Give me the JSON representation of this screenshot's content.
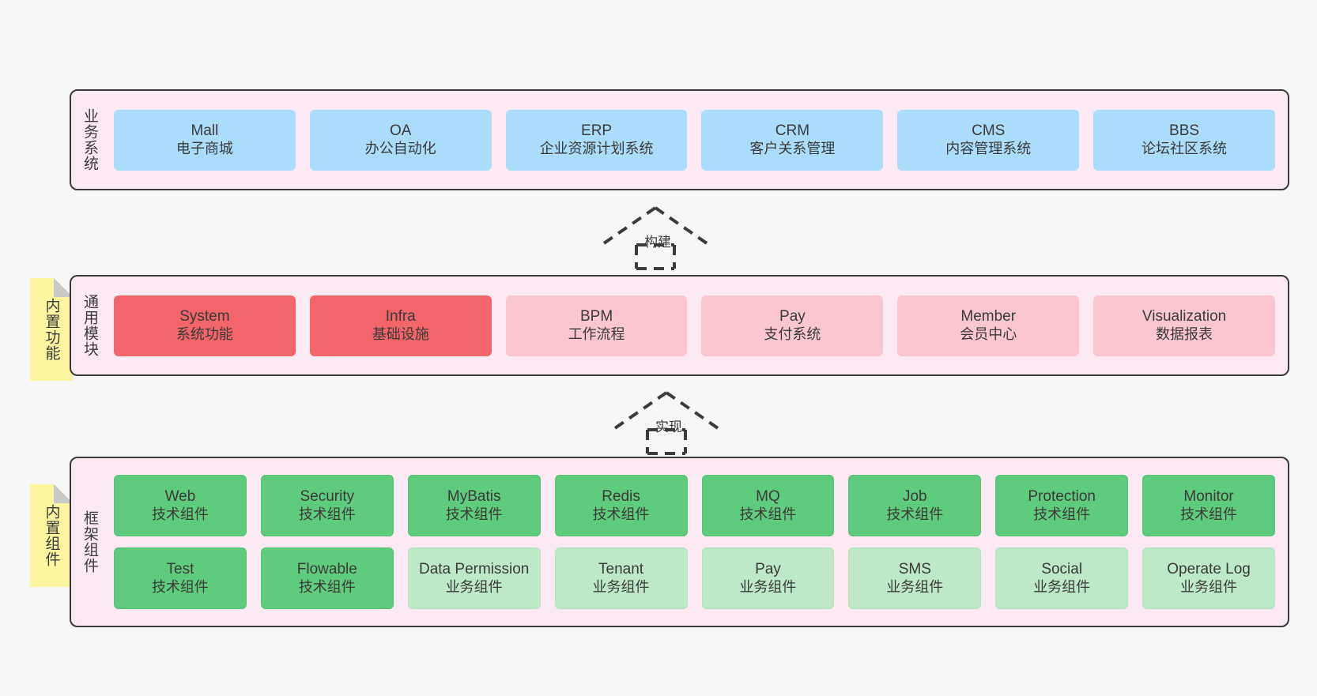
{
  "layers": [
    {
      "id": "business-system",
      "title": "业务系统",
      "rows": [
        [
          {
            "name": "Mall",
            "sub": "电子商城"
          },
          {
            "name": "OA",
            "sub": "办公自动化"
          },
          {
            "name": "ERP",
            "sub": "企业资源计划系统"
          },
          {
            "name": "CRM",
            "sub": "客户关系管理"
          },
          {
            "name": "CMS",
            "sub": "内容管理系统"
          },
          {
            "name": "BBS",
            "sub": "论坛社区系统"
          }
        ]
      ]
    },
    {
      "id": "common-module",
      "title": "通用模块",
      "note": "内置功能",
      "rows": [
        [
          {
            "name": "System",
            "sub": "系统功能"
          },
          {
            "name": "Infra",
            "sub": "基础设施"
          },
          {
            "name": "BPM",
            "sub": "工作流程"
          },
          {
            "name": "Pay",
            "sub": "支付系统"
          },
          {
            "name": "Member",
            "sub": "会员中心"
          },
          {
            "name": "Visualization",
            "sub": "数据报表"
          }
        ]
      ]
    },
    {
      "id": "framework-component",
      "title": "框架组件",
      "note": "内置组件",
      "rows": [
        [
          {
            "name": "Web",
            "sub": "技术组件"
          },
          {
            "name": "Security",
            "sub": "技术组件"
          },
          {
            "name": "MyBatis",
            "sub": "技术组件"
          },
          {
            "name": "Redis",
            "sub": "技术组件"
          },
          {
            "name": "MQ",
            "sub": "技术组件"
          },
          {
            "name": "Job",
            "sub": "技术组件"
          },
          {
            "name": "Protection",
            "sub": "技术组件"
          },
          {
            "name": "Monitor",
            "sub": "技术组件"
          }
        ],
        [
          {
            "name": "Test",
            "sub": "技术组件"
          },
          {
            "name": "Flowable",
            "sub": "技术组件"
          },
          {
            "name": "Data Permission",
            "sub": "业务组件"
          },
          {
            "name": "Tenant",
            "sub": "业务组件"
          },
          {
            "name": "Pay",
            "sub": "业务组件"
          },
          {
            "name": "SMS",
            "sub": "业务组件"
          },
          {
            "name": "Social",
            "sub": "业务组件"
          },
          {
            "name": "Operate Log",
            "sub": "业务组件"
          }
        ]
      ]
    }
  ],
  "connectors": [
    {
      "id": "build",
      "label": "构建"
    },
    {
      "id": "implement",
      "label": "实现"
    }
  ],
  "colors": {
    "canvas": "#f7f7f7",
    "layer_bg": "#fbeaf4",
    "layer_border": "#3b3b3b",
    "business_card": "#aadcfb",
    "module_strong": "#f2656a",
    "module_soft": "#fbc6d0",
    "tech_component": "#5fcb7e",
    "business_component": "#bfe8c8",
    "note": "#fcf6a0",
    "note_fold": "#c9c9c9",
    "text": "#3a3a3a"
  }
}
